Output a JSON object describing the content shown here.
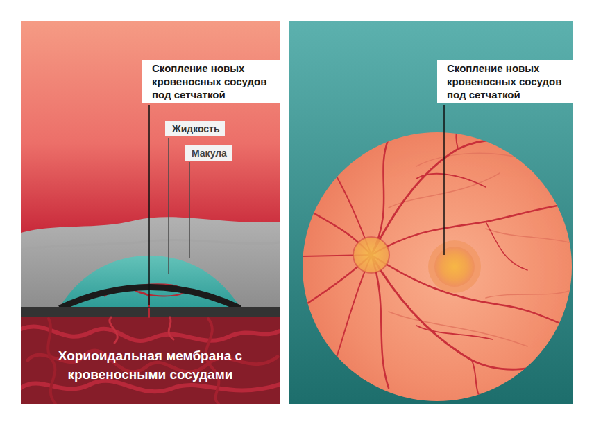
{
  "diagram": {
    "labels": [
      "Скопление новых кровеносных сосудов под сетчаткой",
      "Жидкость",
      "Макула",
      "Хориоидальная мембрана с кровеносными сосудами",
      "Скопление новых кровеносных сосудов под сетчаткой"
    ]
  }
}
